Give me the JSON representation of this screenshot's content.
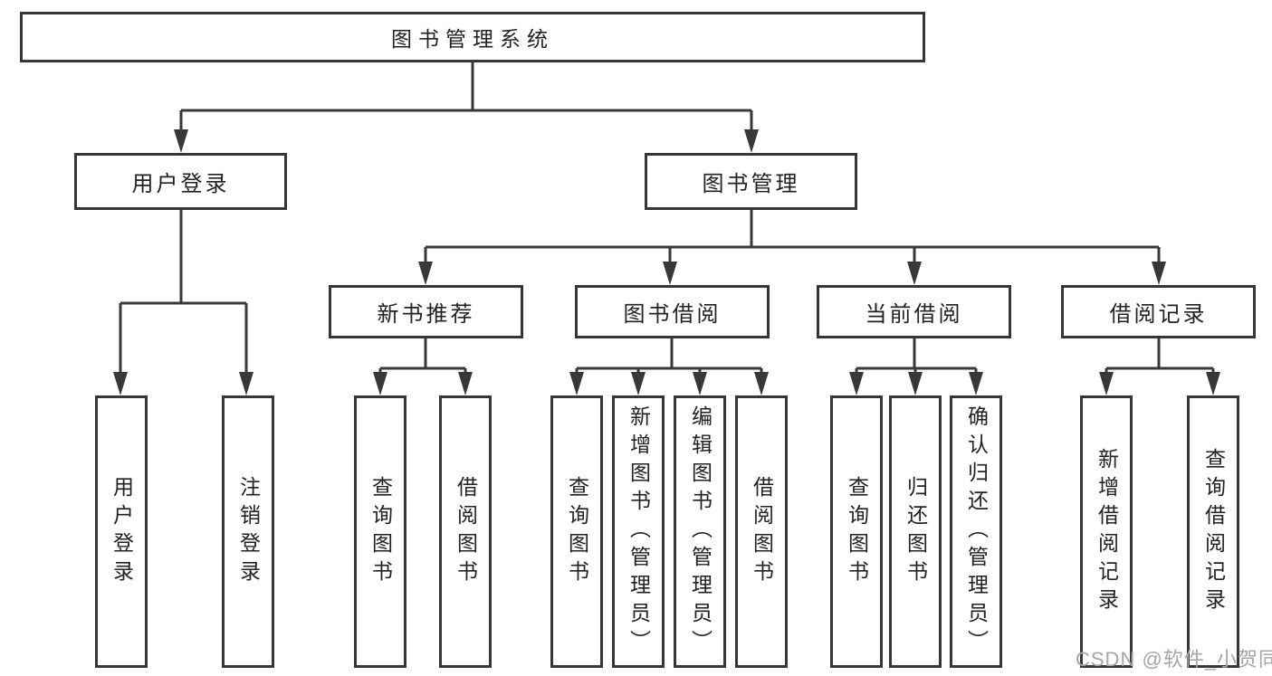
{
  "tree": {
    "root": "图书管理系统",
    "branches": [
      {
        "label": "用户登录",
        "leaves": [
          "用户登录",
          "注销登录"
        ]
      },
      {
        "label": "图书管理",
        "groups": [
          {
            "label": "新书推荐",
            "leaves": [
              "查询图书",
              "借阅图书"
            ]
          },
          {
            "label": "图书借阅",
            "leaves": [
              "查询图书",
              "新增图书（管理员）",
              "编辑图书（管理员）",
              "借阅图书"
            ]
          },
          {
            "label": "当前借阅",
            "leaves": [
              "查询图书",
              "归还图书",
              "确认归还（管理员）"
            ]
          },
          {
            "label": "借阅记录",
            "leaves": [
              "新增借阅记录",
              "查询借阅记录"
            ]
          }
        ]
      }
    ]
  },
  "watermark": {
    "text": "CSDN @软件_小贺同学",
    "color": "#a6a6a6"
  },
  "colors": {
    "line": "#383838",
    "border": "#363636",
    "text": "#222222",
    "background": "#ffffff"
  }
}
